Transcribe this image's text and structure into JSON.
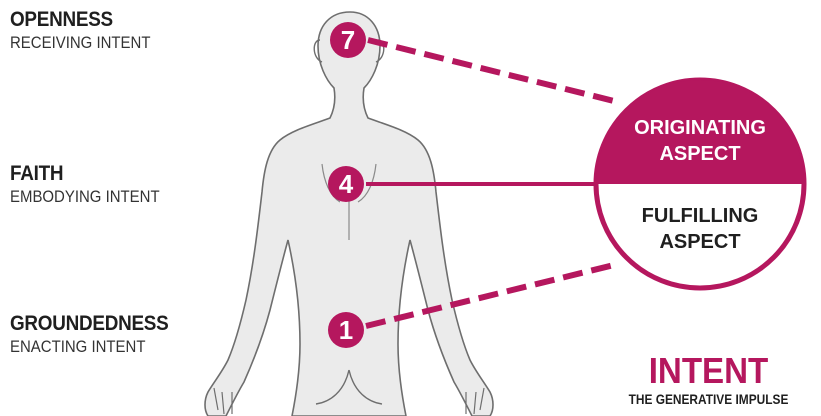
{
  "colors": {
    "accent": "#b5175e",
    "body_fill": "#ebebeb",
    "body_stroke": "#6e6e6e",
    "text_dark": "#1f1f1f"
  },
  "labels": [
    {
      "title": "OPENNESS",
      "subtitle": "RECEIVING INTENT"
    },
    {
      "title": "FAITH",
      "subtitle": "EMBODYING INTENT"
    },
    {
      "title": "GROUNDEDNESS",
      "subtitle": "ENACTING INTENT"
    }
  ],
  "chakras": [
    {
      "number": "7"
    },
    {
      "number": "4"
    },
    {
      "number": "1"
    }
  ],
  "aspects": {
    "originating_line1": "ORIGINATING",
    "originating_line2": "ASPECT",
    "fulfilling_line1": "FULFILLING",
    "fulfilling_line2": "ASPECT"
  },
  "intent": {
    "title": "INTENT",
    "subtitle": "THE GENERATIVE IMPULSE"
  }
}
